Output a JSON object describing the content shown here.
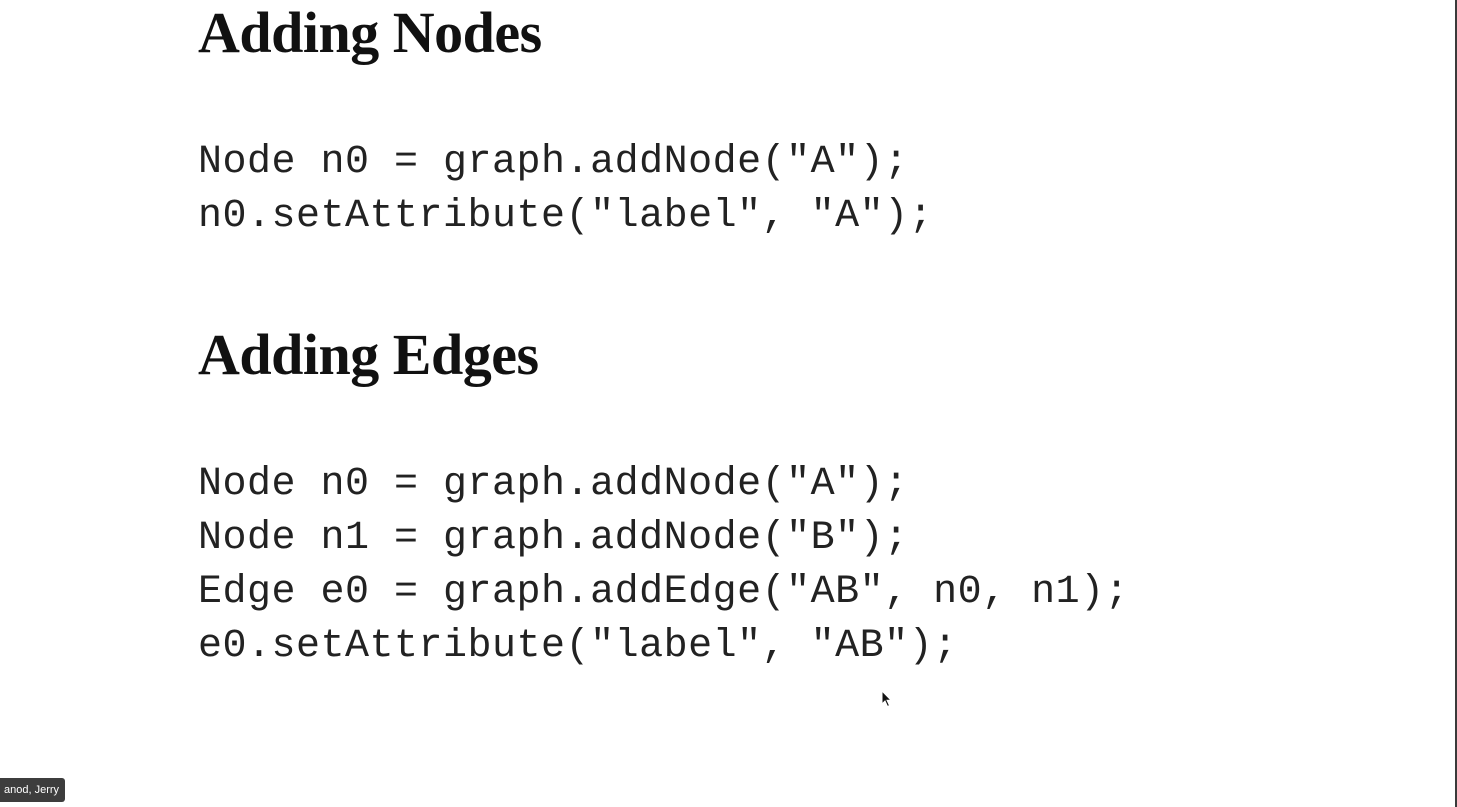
{
  "slide": {
    "nodes_heading": "Adding Nodes",
    "nodes_code": [
      "Node n0 = graph.addNode(\"A\");",
      "n0.setAttribute(\"label\", \"A\");"
    ],
    "edges_heading": "Adding Edges",
    "edges_code": [
      "Node n0 = graph.addNode(\"A\");",
      "Node n1 = graph.addNode(\"B\");",
      "Edge e0 = graph.addEdge(\"AB\", n0, n1);",
      "e0.setAttribute(\"label\", \"AB\");"
    ]
  },
  "overlay": {
    "participant_name": "anod, Jerry",
    "cursor_icon": "mouse-pointer-icon"
  },
  "colors": {
    "background": "#ffffff",
    "heading_text": "#111111",
    "code_text": "#222222",
    "name_tag_bg": "#3d3d3d"
  }
}
